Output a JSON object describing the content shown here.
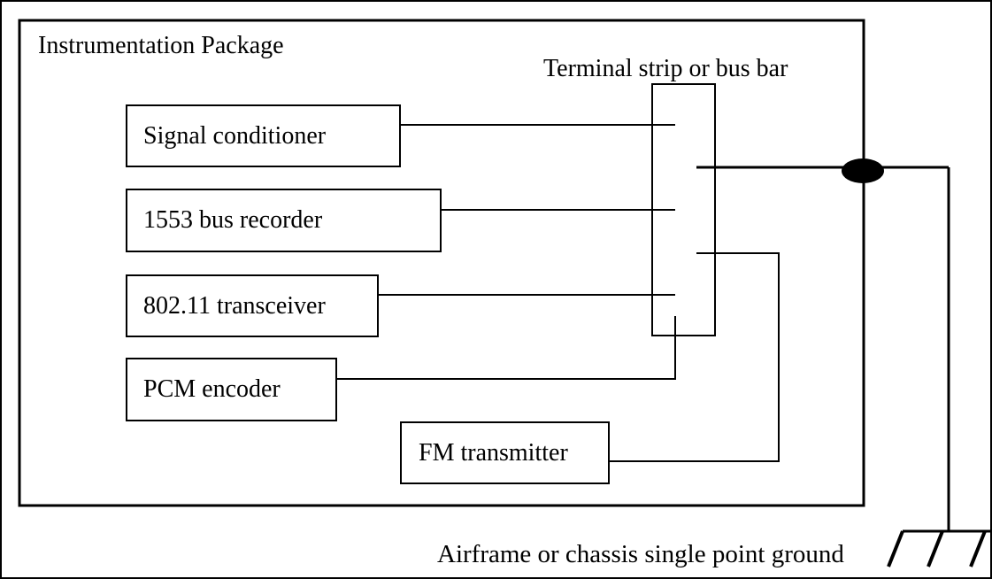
{
  "package": {
    "title": "Instrumentation Package"
  },
  "terminal": {
    "label": "Terminal strip or bus bar"
  },
  "components": [
    {
      "label": "Signal conditioner"
    },
    {
      "label": "1553 bus recorder"
    },
    {
      "label": "802.11 transceiver"
    },
    {
      "label": "PCM encoder"
    },
    {
      "label": "FM transmitter"
    }
  ],
  "ground": {
    "label": "Airframe or chassis single point ground"
  }
}
